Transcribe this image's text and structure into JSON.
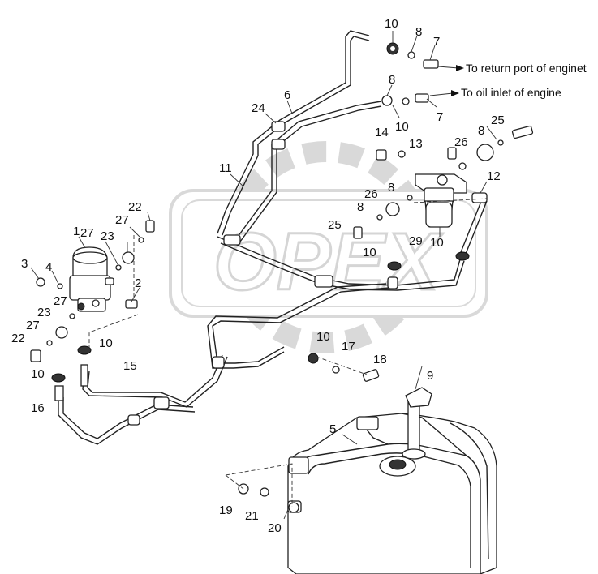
{
  "watermark": {
    "text": "OPEX"
  },
  "notes": {
    "return_port": "To return port of enginet",
    "oil_inlet": "To oil inlet of engine"
  },
  "labels": {
    "p1": "1",
    "p2": "2",
    "p3": "3",
    "p4": "4",
    "p5": "5",
    "p6": "6",
    "p7a": "7",
    "p7b": "7",
    "p8a": "8",
    "p8b": "8",
    "p8c": "8",
    "p8d": "8",
    "p8e": "8",
    "p9": "9",
    "p10a": "10",
    "p10b": "10",
    "p10c": "10",
    "p10d": "10",
    "p10e": "10",
    "p10f": "10",
    "p10g": "10",
    "p11": "11",
    "p12": "12",
    "p13": "13",
    "p14": "14",
    "p15": "15",
    "p16": "16",
    "p17": "17",
    "p18": "18",
    "p19": "19",
    "p20": "20",
    "p21": "21",
    "p22a": "22",
    "p22b": "22",
    "p23a": "23",
    "p23b": "23",
    "p24": "24",
    "p25a": "25",
    "p25b": "25",
    "p26a": "26",
    "p26b": "26",
    "p27a": "27",
    "p27b": "27",
    "p27c": "27",
    "p27d": "27",
    "p29": "29"
  }
}
